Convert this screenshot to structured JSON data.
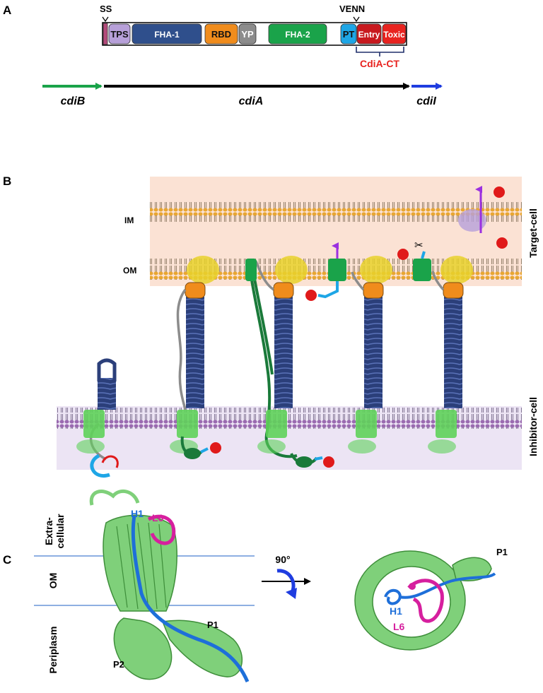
{
  "panels": {
    "a": "A",
    "b": "B",
    "c": "C"
  },
  "panel_a": {
    "markers": {
      "ss": "SS",
      "venn": "VENN"
    },
    "domains": [
      {
        "label": "",
        "color": "#b34a7a"
      },
      {
        "label": "TPS",
        "color": "#b7a0d9"
      },
      {
        "label": "FHA-1",
        "color": "#2f4f8c"
      },
      {
        "label": "RBD",
        "color": "#f08c1c"
      },
      {
        "label": "YP",
        "color": "#8c8c8c"
      },
      {
        "label": "",
        "color": "#ffffff"
      },
      {
        "label": "FHA-2",
        "color": "#1aa34a"
      },
      {
        "label": "",
        "color": "#ffffff"
      },
      {
        "label": "PT",
        "color": "#1ea6e6"
      },
      {
        "label": "Entry",
        "color": "#c8191e"
      },
      {
        "label": "Toxic",
        "color": "#e8231f"
      }
    ],
    "bracket_label": "CdiA-CT",
    "genes": {
      "cdiB": "cdiB",
      "cdiA": "cdiA",
      "cdiI": "cdiI"
    },
    "gene_colors": {
      "cdiB": "#1aa34a",
      "cdiA": "#000000",
      "cdiI": "#1f3de0"
    }
  },
  "panel_b": {
    "membrane_labels": {
      "im": "IM",
      "om": "OM"
    },
    "cell_labels": {
      "target": "Target-cell",
      "inhibitor": "Inhibitor-cell"
    },
    "colors": {
      "target_bg": "#fbe2d4",
      "inhibitor_bg": "#ece4f4",
      "lipid_target": "#e8a632",
      "lipid_inhibitor": "#9a6ab0",
      "bamA": "#e8d12a",
      "cdiB": "#5fd25a",
      "stalk": "#2b3f7a",
      "toxin": "#e01a1a",
      "arrow": "#9b30e0"
    }
  },
  "panel_c": {
    "regions": {
      "extracellular": "Extra-\ncellular",
      "om": "OM",
      "periplasm": "Periplasm"
    },
    "labels_left": {
      "h1": "H1",
      "l6": "L6",
      "p1": "P1",
      "p2": "P2"
    },
    "rotation": "90°",
    "labels_right": {
      "p1": "P1",
      "h1": "H1",
      "l6": "L6"
    },
    "colors": {
      "h1": "#1e6fd9",
      "l6": "#d61f9e",
      "barrel": "#7fd07a"
    }
  }
}
